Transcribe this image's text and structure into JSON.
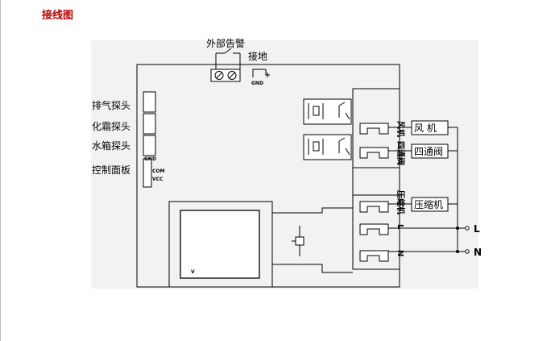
{
  "heading": "接线图",
  "labels": {
    "alarm": "外部告警",
    "ground": "接地",
    "gnd": "GND",
    "exhaust_probe": "排气探头",
    "defrost_probe": "化霜探头",
    "tank_probe": "水箱探头",
    "control_panel": "控制面板",
    "pin_gnd": "GND",
    "pin_com": "COM",
    "pin_vcc": "VCC",
    "transformer_v": "V",
    "terminal_fan": "风机",
    "terminal_valve": "四通阀",
    "terminal_compressor": "压缩机",
    "terminal_l": "L",
    "terminal_n": "N",
    "device_fan": "风 机",
    "device_valve": "四通阀",
    "device_compressor": "压缩机",
    "line_l": "L",
    "line_n": "N"
  }
}
